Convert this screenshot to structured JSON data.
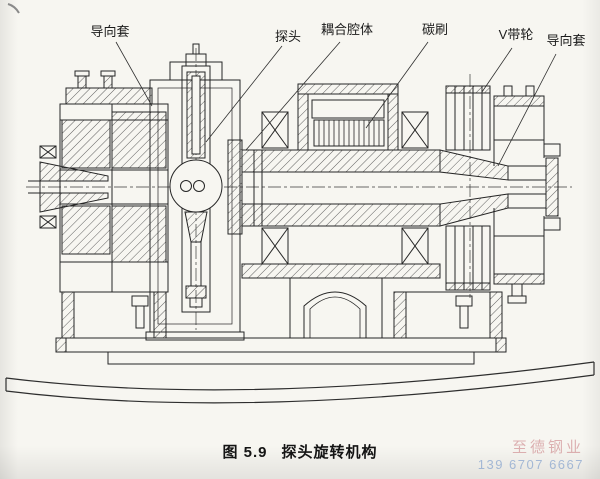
{
  "figure": {
    "caption_number": "图 5.9",
    "caption_title": "探头旋转机构"
  },
  "labels": {
    "guide_sleeve_left": "导向套",
    "probe": "探头",
    "coupling_cavity": "耦合腔体",
    "carbon_brush": "碳刷",
    "v_belt_pulley": "V带轮",
    "guide_sleeve_right": "导向套"
  },
  "watermark": {
    "company": "至德钢业",
    "phone": "139 6707 6667"
  },
  "colors": {
    "ink": "#262626",
    "paper": "#f7f6f1",
    "hatch": "#4f4f4f",
    "watermark_red": "#c6767c",
    "watermark_blue": "#7698ca"
  }
}
